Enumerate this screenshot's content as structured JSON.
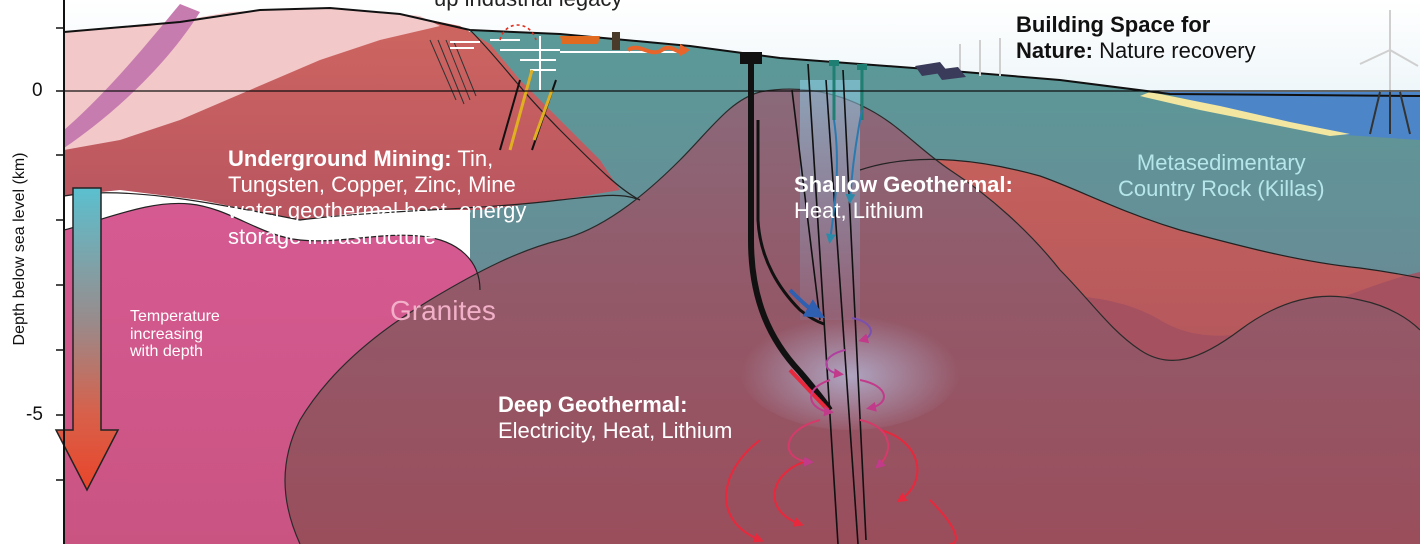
{
  "header_fragment": "up industrial legacy",
  "axis": {
    "ylabel": "Depth below sea level (km)",
    "ticks": [
      {
        "label": "0",
        "value": 0
      },
      {
        "label": "-5",
        "value": -5
      }
    ]
  },
  "temperature_arrow": {
    "text_line1": "Temperature",
    "text_line2": "increasing",
    "text_line3": "with depth",
    "color_top": "#5bc0cf",
    "color_bottom": "#e9452a"
  },
  "labels": {
    "underground_mining": {
      "title": "Underground Mining:",
      "line1": " Tin,",
      "line2": "Tungsten, Copper, Zinc, Mine",
      "line3": "water geothermal heat, energy",
      "line4": "storage infrastructure"
    },
    "granites": "Granites",
    "shallow_geothermal": {
      "title": "Shallow Geothermal:",
      "body": "Heat, Lithium"
    },
    "deep_geothermal": {
      "title": "Deep Geothermal:",
      "body": "Electricity, Heat, Lithium"
    },
    "nature": {
      "title1": "Building Space for",
      "title2": "Nature:",
      "body": " Nature recovery"
    },
    "country_rock": {
      "line1": "Metasedimentary",
      "line2": "Country Rock (Killas)"
    }
  },
  "colors": {
    "granite_deep": "#98505f",
    "granite_pink": "#d85a94",
    "killas": "#5f9c9a",
    "sea": "#4c86c8",
    "sky": "#eef6f9"
  }
}
